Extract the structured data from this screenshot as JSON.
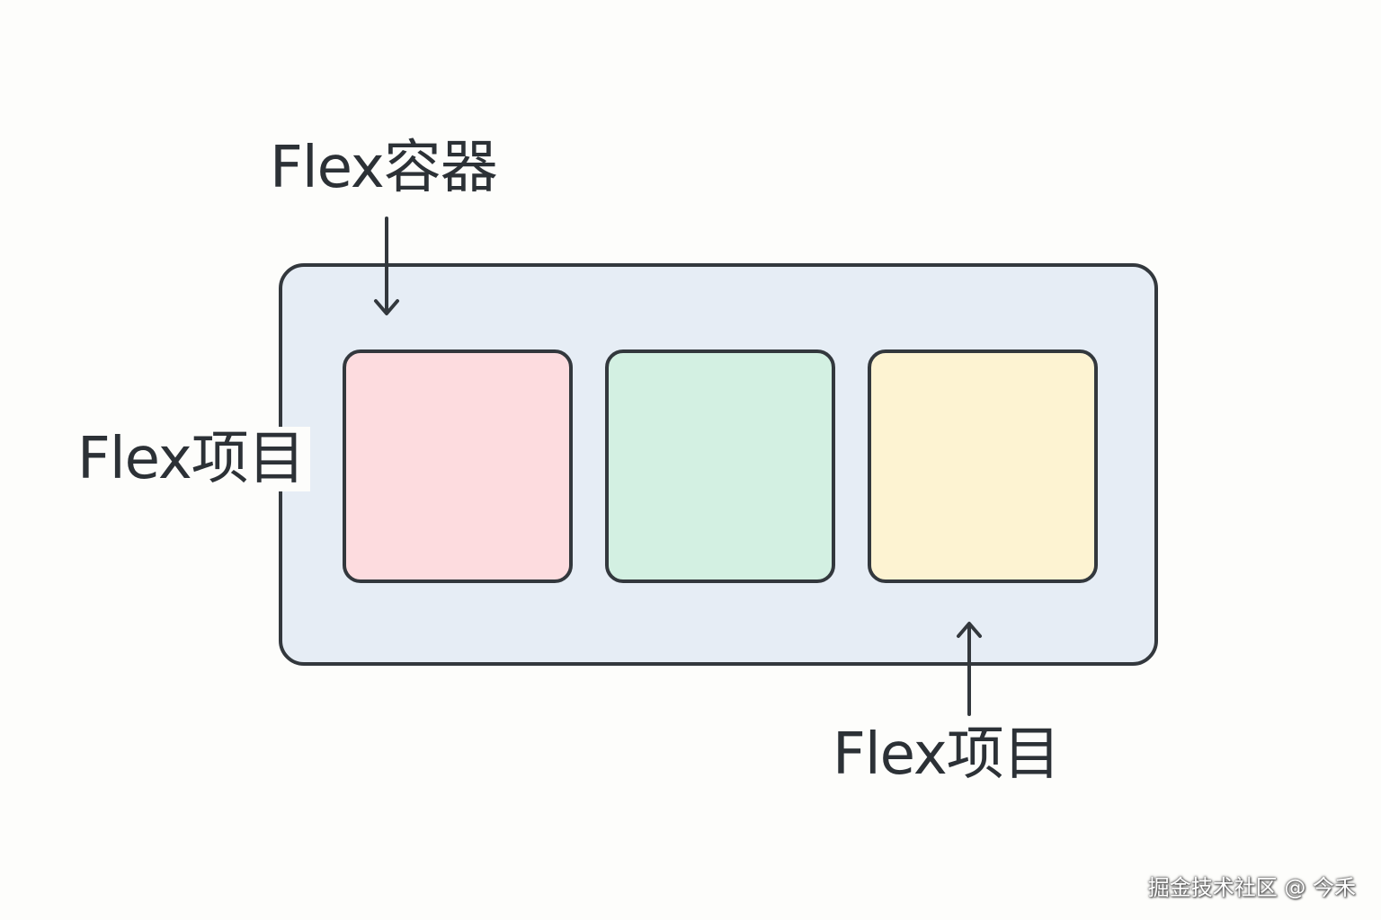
{
  "labels": {
    "container": "Flex容器",
    "item_left": "Flex项目",
    "item_bottom": "Flex项目"
  },
  "items": [
    {
      "fill": "#fddcdf"
    },
    {
      "fill": "#d3f0e2"
    },
    {
      "fill": "#fdf3d2"
    }
  ],
  "colors": {
    "container_fill": "#e6edf5",
    "stroke": "#33383d",
    "text": "#2c3136",
    "background": "#fdfdfb"
  },
  "watermark": "掘金技术社区 @ 今禾"
}
